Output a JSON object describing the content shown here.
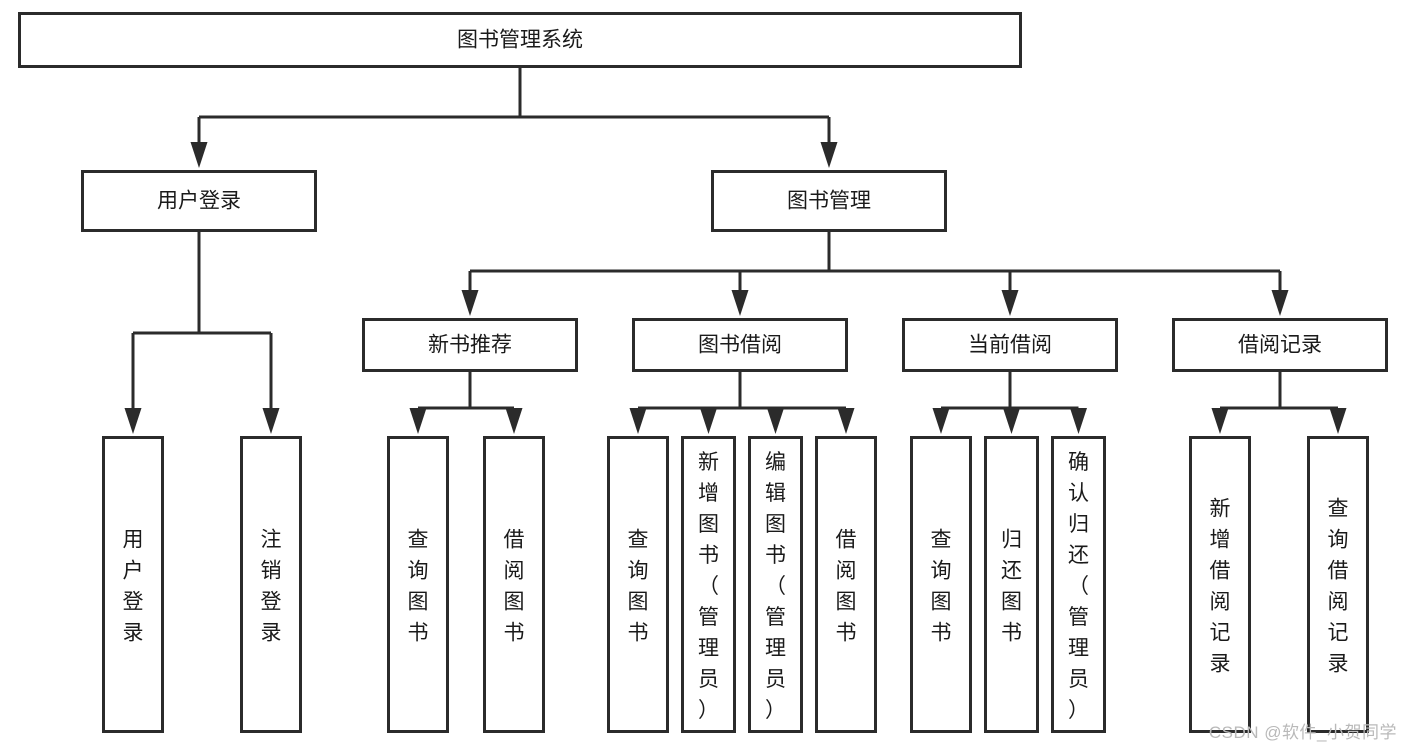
{
  "diagram": {
    "title": "图书管理系统",
    "type": "tree-hierarchy-diagram",
    "watermark": "CSDN @软件_小贺同学",
    "colors": {
      "stroke": "#2b2b2b",
      "fill": "#ffffff",
      "text": "#1a1a1a",
      "watermark": "#b9b9b9",
      "background": "#ffffff"
    },
    "levels": [
      {
        "level": 1,
        "nodes": [
          {
            "id": "root",
            "label": "图书管理系统",
            "orientation": "horizontal"
          }
        ]
      },
      {
        "level": 2,
        "nodes": [
          {
            "id": "login",
            "label": "用户登录",
            "orientation": "horizontal",
            "parent": "root"
          },
          {
            "id": "bookmgmt",
            "label": "图书管理",
            "orientation": "horizontal",
            "parent": "root"
          }
        ]
      },
      {
        "level": 3,
        "nodes": [
          {
            "id": "newbook",
            "label": "新书推荐",
            "orientation": "horizontal",
            "parent": "bookmgmt"
          },
          {
            "id": "borrow",
            "label": "图书借阅",
            "orientation": "horizontal",
            "parent": "bookmgmt"
          },
          {
            "id": "current",
            "label": "当前借阅",
            "orientation": "horizontal",
            "parent": "bookmgmt"
          },
          {
            "id": "record",
            "label": "借阅记录",
            "orientation": "horizontal",
            "parent": "bookmgmt"
          }
        ]
      },
      {
        "level": 4,
        "nodes": [
          {
            "id": "leaf-1",
            "label": "用户登录",
            "orientation": "vertical",
            "parent": "login"
          },
          {
            "id": "leaf-2",
            "label": "注销登录",
            "orientation": "vertical",
            "parent": "login"
          },
          {
            "id": "leaf-3",
            "label": "查询图书",
            "orientation": "vertical",
            "parent": "newbook"
          },
          {
            "id": "leaf-4",
            "label": "借阅图书",
            "orientation": "vertical",
            "parent": "newbook"
          },
          {
            "id": "leaf-5",
            "label": "查询图书",
            "orientation": "vertical",
            "parent": "borrow"
          },
          {
            "id": "leaf-6",
            "label": "新增图书（管理员）",
            "orientation": "vertical",
            "parent": "borrow"
          },
          {
            "id": "leaf-7",
            "label": "编辑图书（管理员）",
            "orientation": "vertical",
            "parent": "borrow"
          },
          {
            "id": "leaf-8",
            "label": "借阅图书",
            "orientation": "vertical",
            "parent": "borrow"
          },
          {
            "id": "leaf-9",
            "label": "查询图书",
            "orientation": "vertical",
            "parent": "current"
          },
          {
            "id": "leaf-10",
            "label": "归还图书",
            "orientation": "vertical",
            "parent": "current"
          },
          {
            "id": "leaf-11",
            "label": "确认归还（管理员）",
            "orientation": "vertical",
            "parent": "current"
          },
          {
            "id": "leaf-12",
            "label": "新增借阅记录",
            "orientation": "vertical",
            "parent": "record"
          },
          {
            "id": "leaf-13",
            "label": "查询借阅记录",
            "orientation": "vertical",
            "parent": "record"
          }
        ]
      }
    ]
  }
}
